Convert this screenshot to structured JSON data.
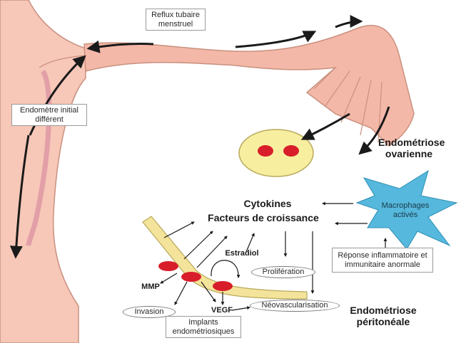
{
  "labels": {
    "reflux": "Reflux tubaire menstruel",
    "endometre": "Endomètre initial différent",
    "ovarienne": "Endométriose ovarienne",
    "cytokines": "Cytokines",
    "facteurs": "Facteurs de croissance",
    "macrophages": "Macrophages activés",
    "reponse": "Réponse inflammatoire et immunitaire anormale",
    "estradiol": "Estradiol",
    "proliferation": "Prolifération",
    "mmp": "MMP",
    "invasion": "Invasion",
    "vegf": "VEGF",
    "neovascularisation": "Néovascularisation",
    "implants": "Implants endométriosiques",
    "peritoneale": "Endométriose péritonéale"
  },
  "colors": {
    "uterus": "#f7c7b8",
    "uterus_outline": "#c9907f",
    "tube_inner": "#eea696",
    "ovary": "#f7eea0",
    "lesion": "#d81e2a",
    "macrophage": "#56b8dc",
    "implant": "#f4e39a",
    "arrow": "#1a1a1a"
  }
}
